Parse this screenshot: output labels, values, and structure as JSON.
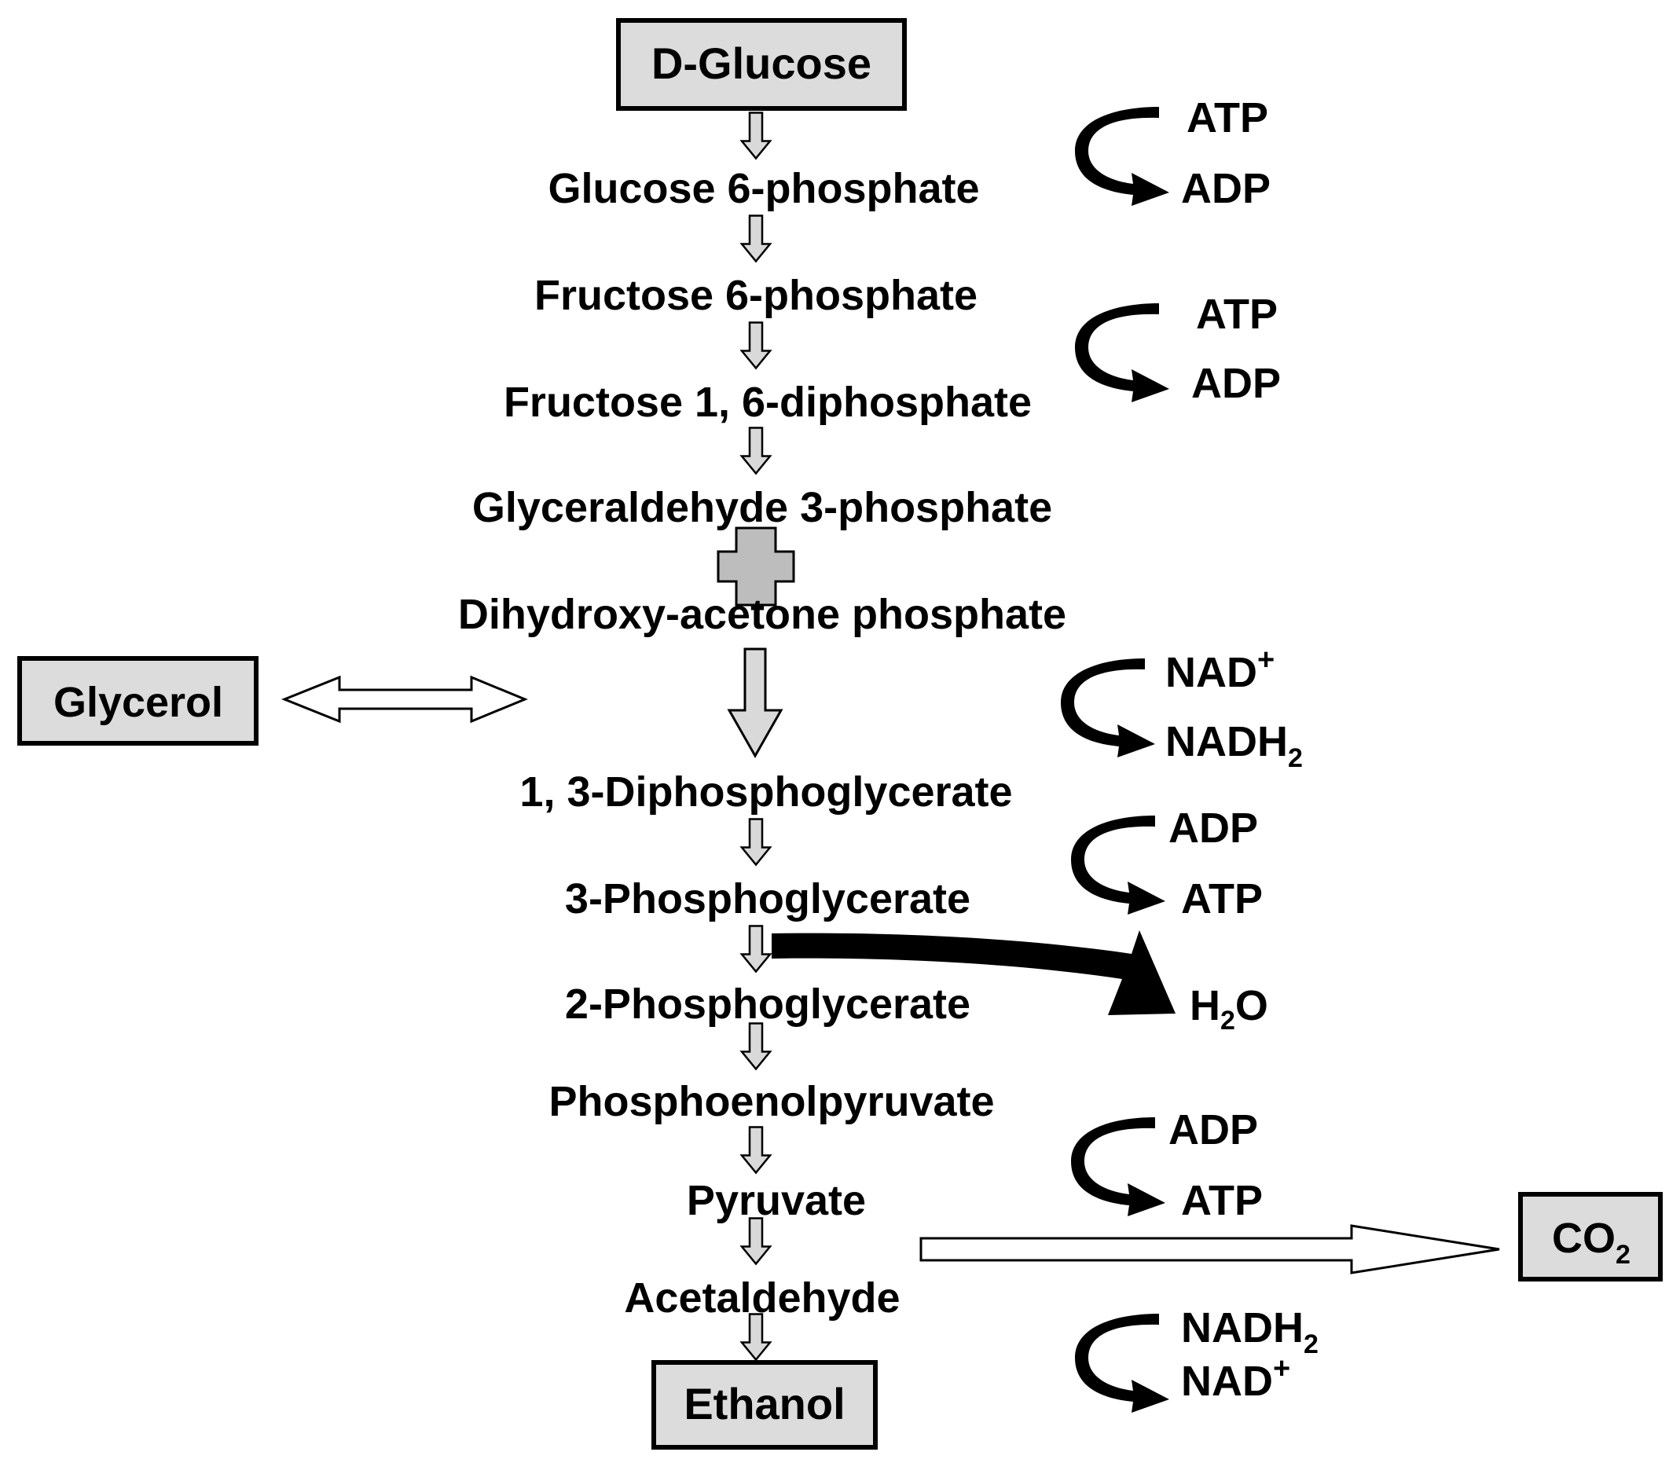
{
  "colors": {
    "box_fill": "#dcdcdc",
    "arrow_fill": "#d9d9d9",
    "plus_fill": "#bdbdbd",
    "ink": "#000000",
    "background": "#ffffff"
  },
  "boxes": {
    "start": "D-Glucose",
    "end": "Ethanol",
    "side_product": "Glycerol",
    "gas": {
      "base": "CO",
      "sub": "2"
    }
  },
  "pathway": {
    "glucose_6_phosphate": "Glucose 6-phosphate",
    "fructose_6_phosphate": "Fructose 6-phosphate",
    "fructose_1_6_diphosphate": "Fructose 1, 6-diphosphate",
    "glyceraldehyde_3_phosphate": "Glyceraldehyde 3-phosphate",
    "dihydroxyacetone_phosphate": "Dihydroxy-acetone phosphate",
    "diphosphoglycerate_1_3": "1, 3-Diphosphoglycerate",
    "phosphoglycerate_3": "3-Phosphoglycerate",
    "phosphoglycerate_2": "2-Phosphoglycerate",
    "phosphoenolpyruvate": "Phosphoenolpyruvate",
    "pyruvate": "Pyruvate",
    "acetaldehyde": "Acetaldehyde"
  },
  "cofactors": {
    "step1": {
      "in": "ATP",
      "out": "ADP"
    },
    "step3": {
      "in": "ATP",
      "out": "ADP"
    },
    "step5": {
      "in_base": "NAD",
      "in_sup": "+",
      "out_base": "NADH",
      "out_sub": "2"
    },
    "step6": {
      "in": "ADP",
      "out": "ATP"
    },
    "step7": {
      "base_h": "H",
      "sub": "2",
      "base_o": "O"
    },
    "step9": {
      "in": "ADP",
      "out": "ATP"
    },
    "step11": {
      "in_base": "NADH",
      "in_sub": "2",
      "out_base": "NAD",
      "out_sup": "+"
    }
  }
}
